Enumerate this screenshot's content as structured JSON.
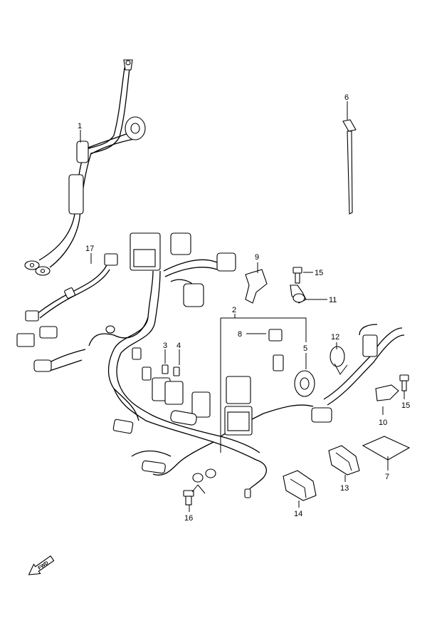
{
  "diagram": {
    "callouts": [
      {
        "id": "c1",
        "label": "1"
      },
      {
        "id": "c2",
        "label": "2"
      },
      {
        "id": "c3",
        "label": "3"
      },
      {
        "id": "c4",
        "label": "4"
      },
      {
        "id": "c5",
        "label": "5"
      },
      {
        "id": "c6",
        "label": "6"
      },
      {
        "id": "c7",
        "label": "7"
      },
      {
        "id": "c8",
        "label": "8"
      },
      {
        "id": "c9",
        "label": "9"
      },
      {
        "id": "c10",
        "label": "10"
      },
      {
        "id": "c11",
        "label": "11"
      },
      {
        "id": "c12",
        "label": "12"
      },
      {
        "id": "c13",
        "label": "13"
      },
      {
        "id": "c14",
        "label": "14"
      },
      {
        "id": "c15a",
        "label": "15"
      },
      {
        "id": "c15b",
        "label": "15"
      },
      {
        "id": "c16",
        "label": "16"
      },
      {
        "id": "c17",
        "label": "17"
      }
    ],
    "fwd_arrow_label": "FWD"
  }
}
